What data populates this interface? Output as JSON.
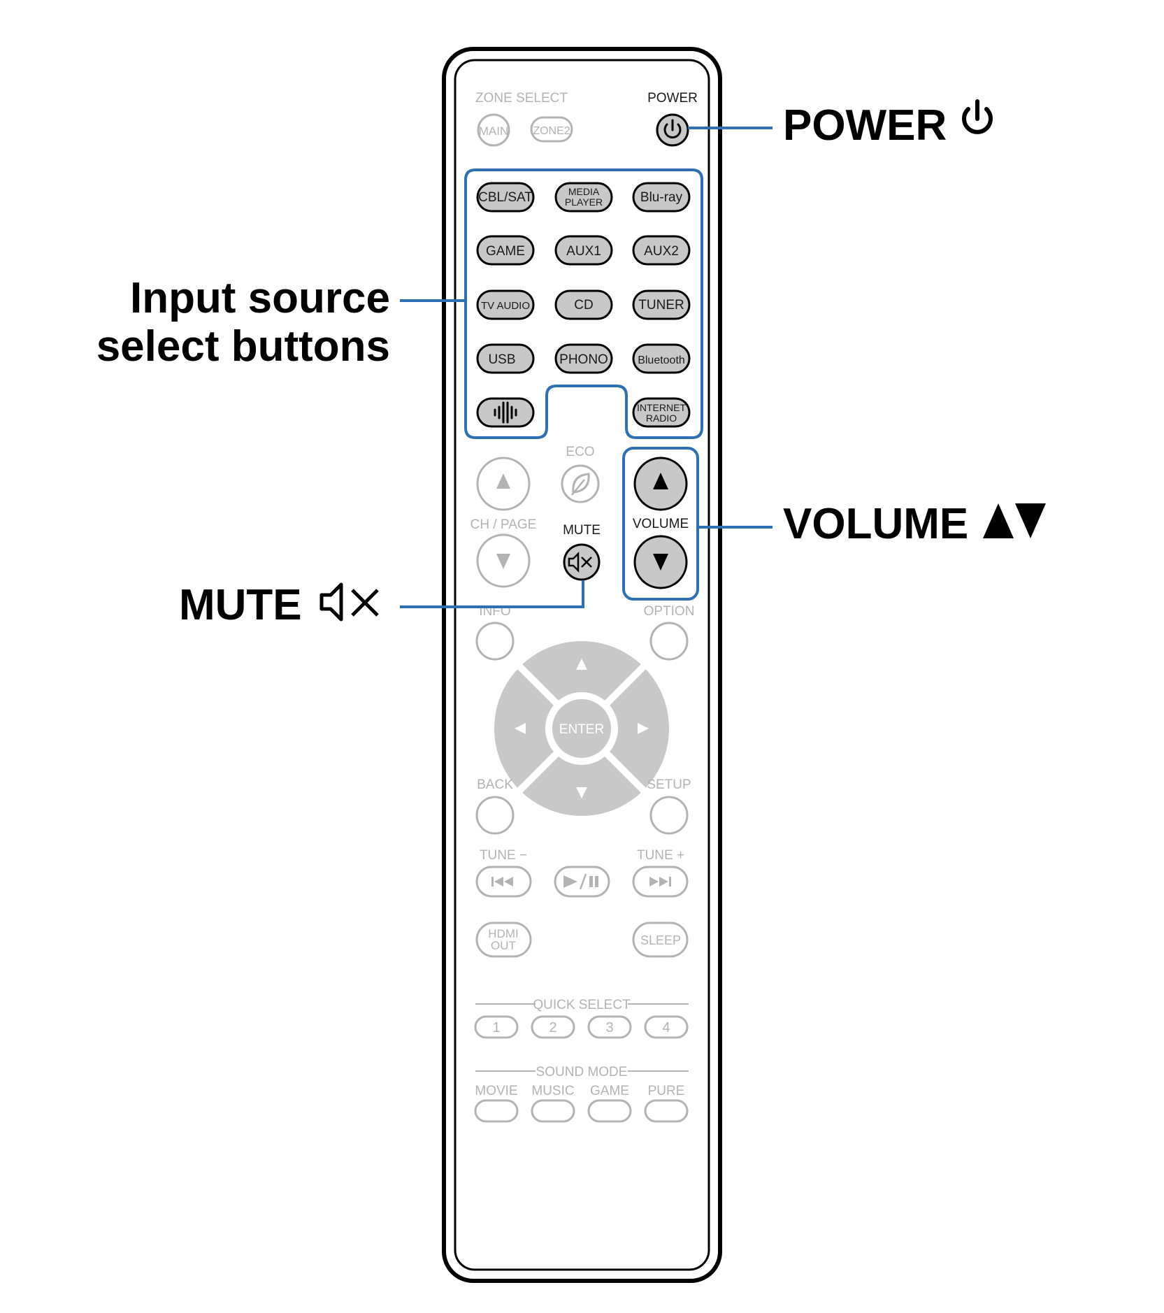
{
  "callouts": {
    "power": "POWER",
    "input_line1": "Input source",
    "input_line2": "select buttons",
    "volume": "VOLUME",
    "mute": "MUTE"
  },
  "remote": {
    "zone_select": "ZONE SELECT",
    "main": "MAIN",
    "zone2": "ZONE2",
    "power": "POWER",
    "inputs": {
      "cbl_sat": "CBL/SAT",
      "media_player_1": "MEDIA",
      "media_player_2": "PLAYER",
      "bluray": "Blu-ray",
      "game": "GAME",
      "aux1": "AUX1",
      "aux2": "AUX2",
      "tv_audio": "TV AUDIO",
      "cd": "CD",
      "tuner": "TUNER",
      "usb": "USB",
      "phono": "PHONO",
      "bluetooth": "Bluetooth",
      "internet_radio_1": "INTERNET",
      "internet_radio_2": "RADIO"
    },
    "eco": "ECO",
    "ch_page": "CH / PAGE",
    "mute": "MUTE",
    "volume": "VOLUME",
    "info": "INFO",
    "option": "OPTION",
    "enter": "ENTER",
    "back": "BACK",
    "setup": "SETUP",
    "tune_minus": "TUNE −",
    "tune_plus": "TUNE +",
    "hdmi_out_1": "HDMI",
    "hdmi_out_2": "OUT",
    "sleep": "SLEEP",
    "quick_select": "QUICK SELECT",
    "quick_buttons": [
      "1",
      "2",
      "3",
      "4"
    ],
    "sound_mode": "SOUND MODE",
    "sound_modes": [
      "MOVIE",
      "MUSIC",
      "GAME",
      "PURE"
    ]
  },
  "colors": {
    "highlight": "#2f6fb3",
    "active_button": "#c8c8c8",
    "inactive": "#b3b3b3",
    "outline": "#000000"
  },
  "icons": {
    "power": "power-icon",
    "mute": "mute-speaker-icon",
    "volume_up": "triangle-up-icon",
    "volume_down": "triangle-down-icon",
    "heos": "heos-icon"
  }
}
